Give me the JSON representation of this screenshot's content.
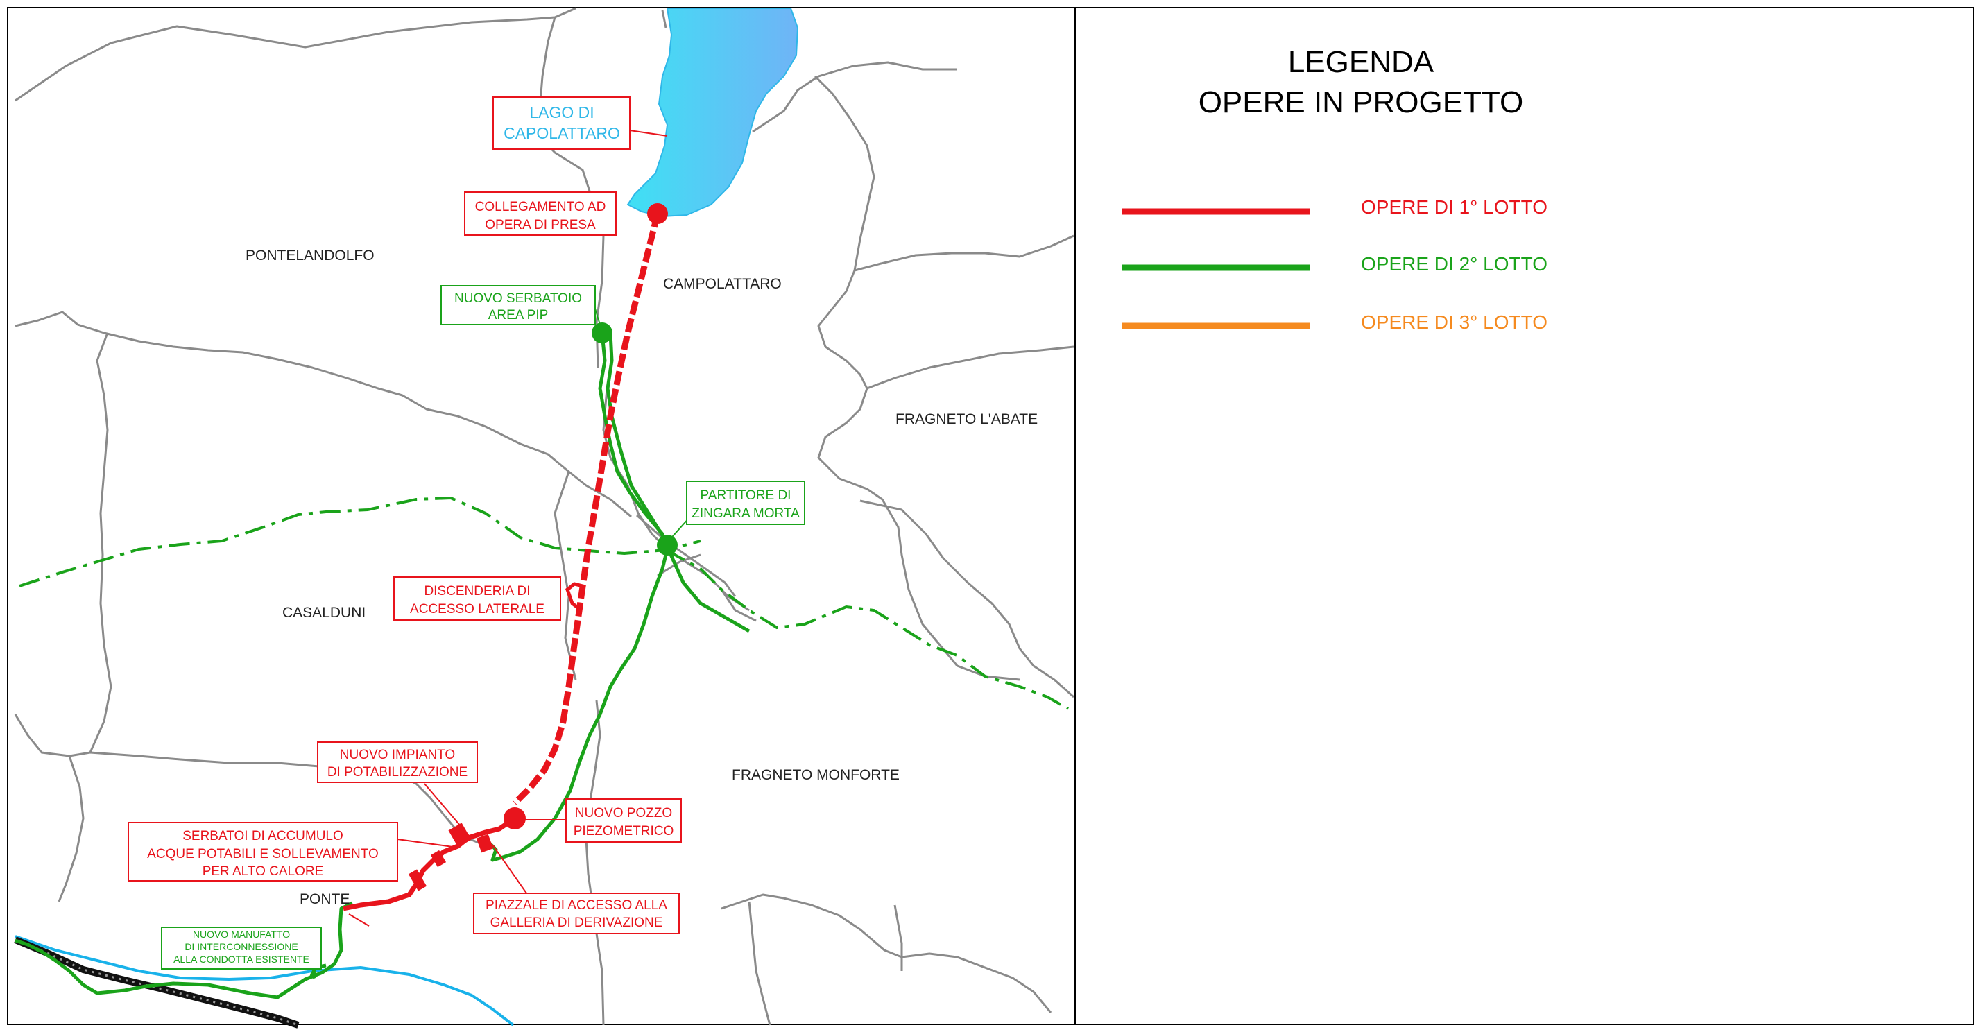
{
  "towns": {
    "pontelandolfo": "PONTELANDOLFO",
    "campolattaro": "CAMPOLATTARO",
    "fragneto_abate": "FRAGNETO L'ABATE",
    "casalduni": "CASALDUNI",
    "fragneto_monforte": "FRAGNETO MONFORTE",
    "ponte": "PONTE"
  },
  "labels": {
    "lago": [
      "LAGO DI",
      "CAPOLATTARO"
    ],
    "collegamento": [
      "COLLEGAMENTO AD",
      "OPERA DI PRESA"
    ],
    "serbatoio_pip": [
      "NUOVO SERBATOIO",
      "AREA PIP"
    ],
    "partitore": [
      "PARTITORE DI",
      "ZINGARA MORTA"
    ],
    "discenderia": [
      "DISCENDERIA DI",
      "ACCESSO LATERALE"
    ],
    "impianto": [
      "NUOVO IMPIANTO",
      "DI POTABILIZZAZIONE"
    ],
    "pozzo": [
      "NUOVO POZZO",
      "PIEZOMETRICO"
    ],
    "serbatoi_accumulo": [
      "SERBATOI DI ACCUMULO",
      "ACQUE POTABILI E SOLLEVAMENTO",
      "PER ALTO CALORE"
    ],
    "piazzale": [
      "PIAZZALE DI ACCESSO ALLA",
      "GALLERIA DI DERIVAZIONE"
    ],
    "manufatto": [
      "NUOVO MANUFATTO",
      "DI INTERCONNESSIONE",
      "ALLA CONDOTTA ESISTENTE"
    ]
  },
  "legend": {
    "title_line1": "LEGENDA",
    "title_line2": "OPERE IN PROGETTO",
    "items": [
      {
        "label": "OPERE DI 1° LOTTO",
        "color": "#e8141c"
      },
      {
        "label": "OPERE DI 2° LOTTO",
        "color": "#1aa31a"
      },
      {
        "label": "OPERE DI 3° LOTTO",
        "color": "#f58a1f"
      }
    ]
  },
  "colors": {
    "lotto1": "#e8141c",
    "lotto2": "#1aa31a",
    "lotto3": "#f58a1f",
    "lake": "#3fd2f2",
    "river": "#19b2ea",
    "boundary": "#8a8a8a"
  }
}
